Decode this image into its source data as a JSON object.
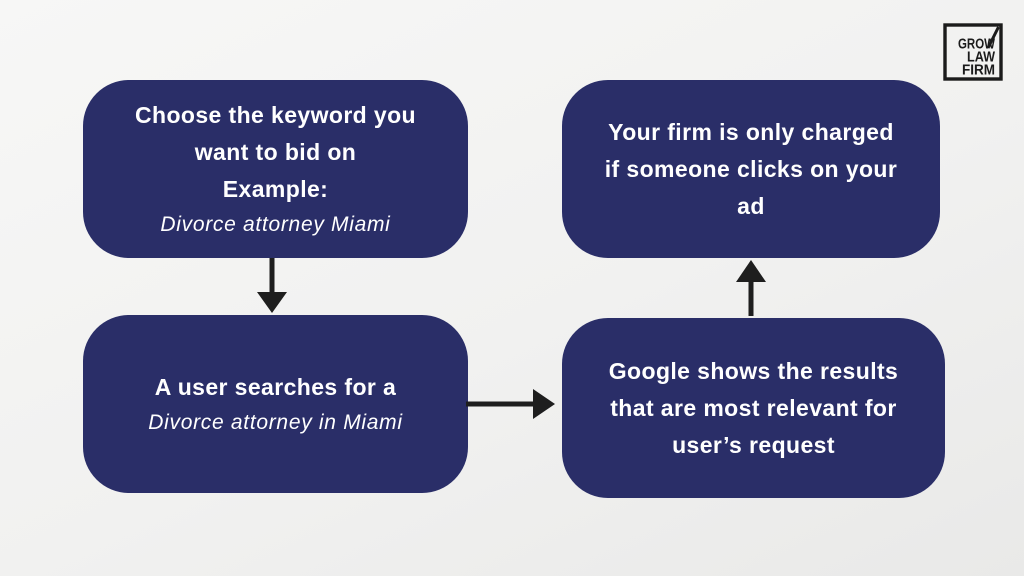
{
  "colors": {
    "background_top": "#f7f7f6",
    "background_mid": "#f1f1f0",
    "background_bottom": "#e9e9e8",
    "box_bg": "#2a2e68",
    "box_text": "#ffffff",
    "arrow": "#1e1e1e",
    "logo_ink": "#1b1b1b"
  },
  "logo": {
    "lines": [
      "GROW",
      "LAW",
      "FIRM"
    ]
  },
  "steps": {
    "choose_keyword": {
      "lines": [
        "Choose the keyword you",
        "want to bid on",
        "Example:",
        "Divorce attorney Miami"
      ]
    },
    "user_search": {
      "lines": [
        "A user searches for a",
        "Divorce attorney in Miami"
      ]
    },
    "google_results": {
      "lines": [
        "Google shows the results",
        "that are most relevant for",
        "user’s request"
      ]
    },
    "firm_charged": {
      "lines": [
        "Your firm is only charged",
        "if someone clicks on your",
        "ad"
      ]
    }
  }
}
